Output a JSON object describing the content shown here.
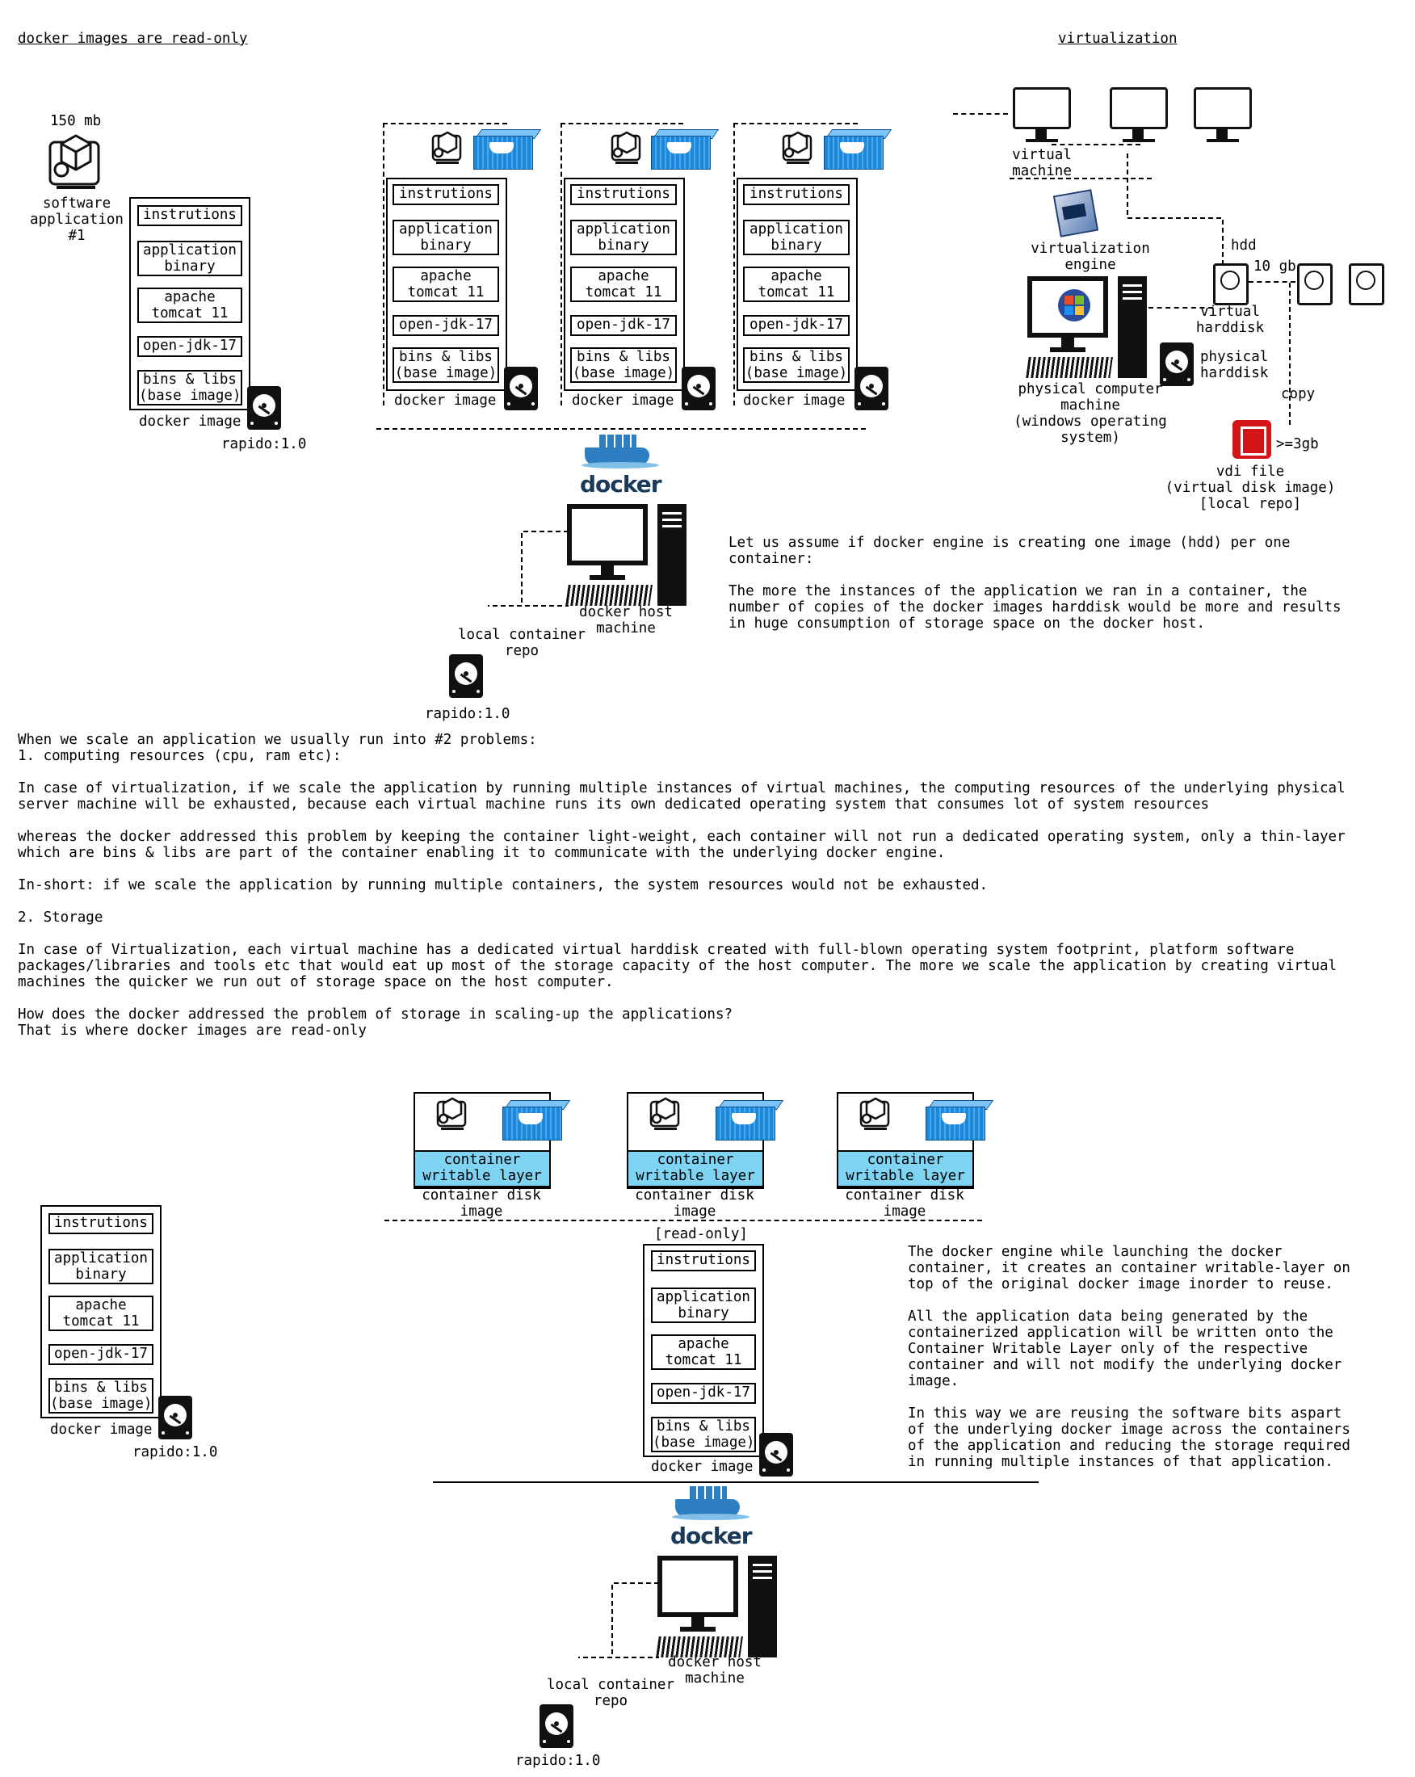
{
  "headers": {
    "left": "docker images are read-only",
    "right": "virtualization"
  },
  "software": {
    "size": "150 mb",
    "label": "software\napplication\n#1"
  },
  "layers": {
    "instructions": "instrutions",
    "app_binary": "application\nbinary",
    "tomcat": "apache\ntomcat 11",
    "jdk": "open-jdk-17",
    "bins": "bins & libs\n(base image)"
  },
  "labels": {
    "docker_image": "docker image",
    "rapido": "rapido:1.0",
    "local_repo": "local container\nrepo",
    "docker_host": "docker host\nmachine",
    "docker_word": "docker",
    "read_only": "[read-only]",
    "writable": "container\nwritable layer",
    "container_disk": "container disk\nimage"
  },
  "virtualization": {
    "virtual_machine": "virtual\nmachine",
    "engine": "virtualization\nengine",
    "hdd": "hdd",
    "size_10gb": "10 gb",
    "virtual_harddisk": "virtual\nharddisk",
    "physical_harddisk": "physical\nharddisk",
    "physical_machine": "physical computer\nmachine\n(windows operating\nsystem)",
    "copy": "copy",
    "size_3gb": ">=3gb",
    "vdi": "vdi file\n(virtual disk image)\n[local repo]"
  },
  "assumption_text": "Let us assume if docker engine is creating one image (hdd) per one\ncontainer:\n\nThe more the instances of the application we ran in a container, the\nnumber of copies of the docker images harddisk would be more and results\nin huge consumption of storage space on the docker host.",
  "body_text": "When we scale an application we usually run into #2 problems:\n1. computing resources (cpu, ram etc):\n\nIn case of virtualization, if we scale the application by running multiple instances of virtual machines, the computing resources of the underlying physical\nserver machine will be exhausted, because each virtual machine runs its own dedicated operating system that consumes lot of system resources\n\nwhereas the docker addressed this problem by keeping the container light-weight, each container will not run a dedicated operating system, only a thin-layer\nwhich are bins & libs are part of the container enabling it to communicate with the underlying docker engine.\n\nIn-short: if we scale the application by running multiple containers, the system resources would not be exhausted.\n\n2. Storage\n\nIn case of Virtualization, each virtual machine has a dedicated virtual harddisk created with full-blown operating system footprint, platform software\npackages/libraries and tools etc that would eat up most of the storage capacity of the host computer. The more we scale the application by creating virtual\nmachines the quicker we run out of storage space on the host computer.\n\nHow does the docker addressed the problem of storage in scaling-up the applications?\nThat is where docker images are read-only",
  "writable_text": "The docker engine while launching the docker\ncontainer, it creates an container writable-layer on\ntop of the original docker image inorder to reuse.\n\nAll the application data being generated by the\ncontainerized application will be written onto the\nContainer Writable Layer only of the respective\ncontainer and will not modify the underlying docker\nimage.\n\nIn this way we are reusing the software bits aspart\nof the underlying docker image across the containers\nof the application and reducing the storage required\nin running multiple instances of that application.",
  "icons": [
    "cube-icon",
    "docker-container-icon",
    "harddisk-icon",
    "monitor-icon",
    "computer-icon",
    "virtualbox-icon",
    "vdi-icon",
    "docker-logo"
  ],
  "colors": {
    "writable_layer": "#7fd4f4",
    "container_blue": "#1e88d8",
    "vdi_red": "#d3151a"
  }
}
